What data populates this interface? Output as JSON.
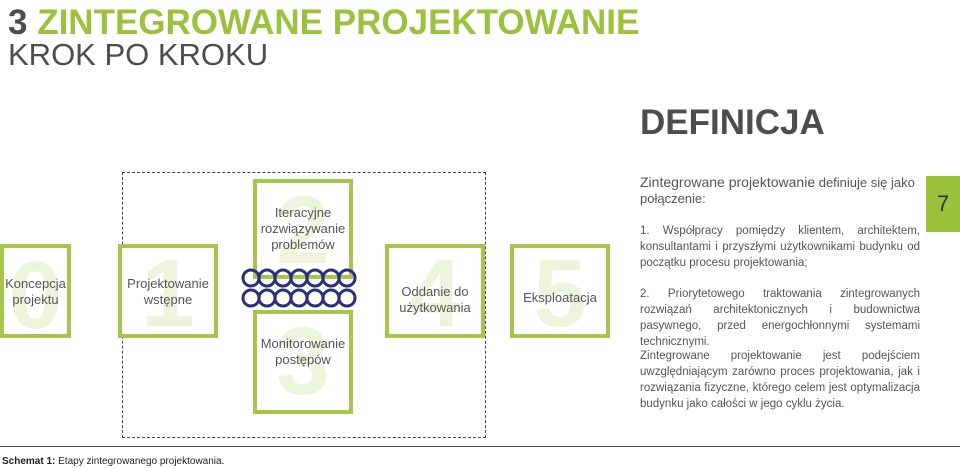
{
  "header": {
    "number": "3",
    "title_line1": "ZINTEGROWANE PROJEKTOWANIE",
    "title_line2": "KROK PO KROKU"
  },
  "page_tab": "7",
  "definition": {
    "heading": "DEFINICJA",
    "intro_term": "Zintegrowane projektowanie",
    "intro_rest": " definiuje się jako połączenie:",
    "point1": "1. Współpracy pomiędzy klientem, architektem, konsultantami i przyszłymi użytkownikami budynku od początku procesu projektowania;",
    "point2": "2. Priorytetowego traktowania zintegrowanych rozwiązań architektonicznych i budownictwa pasywnego, przed energochłonnymi systemami technicznymi.",
    "summary": "Zintegrowane projektowanie jest podejściem uwzględniającym zarówno proces projektowania, jak i rozwiązania fizyczne, którego celem jest optymalizacja budynku jako całości w jego cyklu życia."
  },
  "diagram": {
    "steps": [
      {
        "num": "0",
        "label": "Koncepcja projektu"
      },
      {
        "num": "1",
        "label": "Projektowanie wstępne"
      },
      {
        "num": "2",
        "label": "Iteracyjne rozwiązywanie problemów"
      },
      {
        "num": "3",
        "label": "Monitorowanie postępów"
      },
      {
        "num": "4",
        "label": "Oddanie do użytkowania"
      },
      {
        "num": "5",
        "label": "Eksploatacja"
      }
    ]
  },
  "caption": {
    "bold": "Schemat 1:",
    "text": " Etapy zintegrowanego projektowania."
  },
  "colors": {
    "accent": "#9bc23c",
    "loop": "#2b2f7a",
    "text": "#555555"
  }
}
